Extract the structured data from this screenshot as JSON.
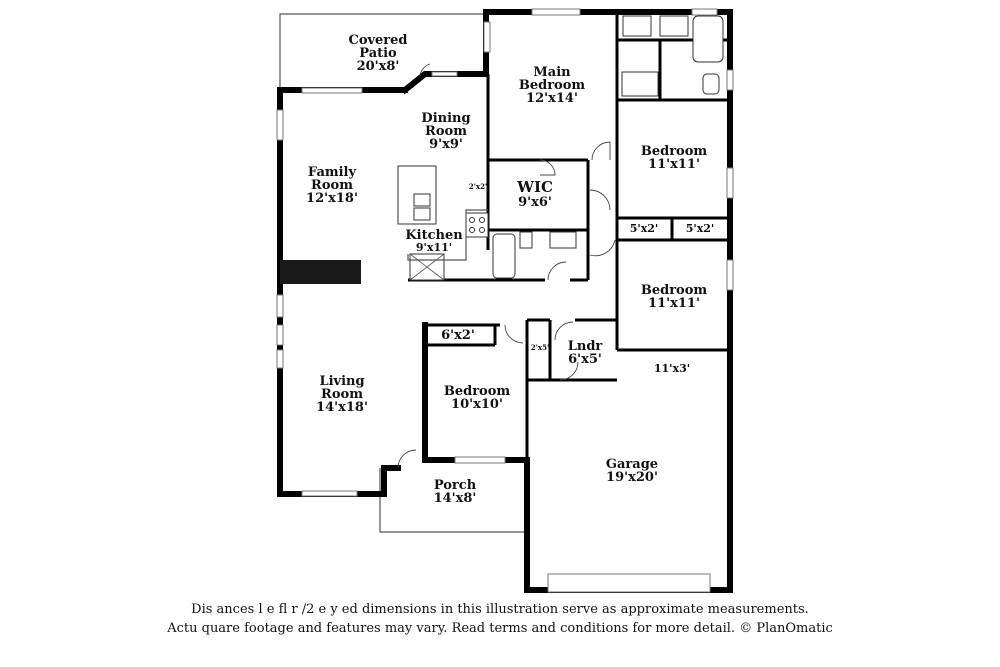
{
  "rooms": {
    "covered_patio": {
      "name": "Covered\nPatio",
      "size": "20'x8'"
    },
    "main_bedroom": {
      "name": "Main\nBedroom",
      "size": "12'x14'"
    },
    "dining_room": {
      "name": "Dining\nRoom",
      "size": "9'x9'"
    },
    "family_room": {
      "name": "Family\nRoom",
      "size": "12'x18'"
    },
    "bedroom_ne": {
      "name": "Bedroom",
      "size": "11'x11'"
    },
    "wic": {
      "name": "WIC",
      "size": "9'x6'"
    },
    "kitchen": {
      "name": "Kitchen",
      "size": "9'x11'"
    },
    "pantry": {
      "size": "2'x2'"
    },
    "closet_5x2_left": {
      "size": "5'x2'"
    },
    "closet_5x2_right": {
      "size": "5'x2'"
    },
    "bedroom_e": {
      "name": "Bedroom",
      "size": "11'x11'"
    },
    "closet_6x2": {
      "size": "6'x2'"
    },
    "linen_2x5": {
      "size": "2'x5'"
    },
    "laundry": {
      "name": "Lndr",
      "size": "6'x5'"
    },
    "garage_storage": {
      "size": "11'x3'"
    },
    "living_room": {
      "name": "Living\nRoom",
      "size": "14'x18'"
    },
    "bedroom_s": {
      "name": "Bedroom",
      "size": "10'x10'"
    },
    "garage": {
      "name": "Garage",
      "size": "19'x20'"
    },
    "porch": {
      "name": "Porch",
      "size": "14'x8'"
    }
  },
  "disclaimer": {
    "line1": "Dis  ances   l  e fl    r   /2  e   y    ed dimensions in this illustration serve as approximate measurements.",
    "line2": "Actu     quare footage and features may vary. Read terms and conditions for more detail. © PlanOmatic"
  }
}
